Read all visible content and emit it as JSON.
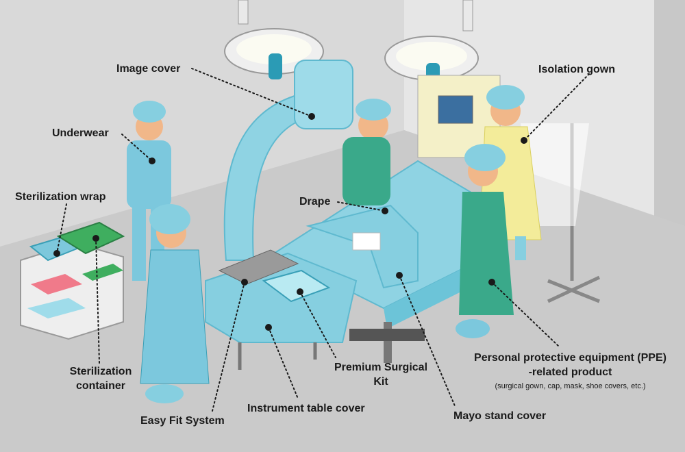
{
  "labels": {
    "image_cover": "Image cover",
    "isolation_gown": "Isolation gown",
    "underwear": "Underwear",
    "sterilization_wrap": "Sterilization wrap",
    "drape": "Drape",
    "sterilization_container_1": "Sterilization",
    "sterilization_container_2": "container",
    "ppe_1": "Personal protective equipment (PPE)",
    "ppe_2": "-related product",
    "ppe_note": "(surgical gown, cap, mask, shoe covers, etc.)",
    "premium_kit_1": "Premium Surgical",
    "premium_kit_2": "Kit",
    "instrument_table_cover": "Instrument table cover",
    "easy_fit_system": "Easy Fit System",
    "mayo_stand_cover": "Mayo stand cover"
  },
  "colors": {
    "background": "#dcdcdc",
    "floor": "#c9c9c9",
    "drape_blue": "#8fd3e3",
    "drape_blue_dark": "#5fb9cf",
    "gown_green": "#3aa98a",
    "gown_yellow": "#f3ec9a",
    "skin": "#f1b789",
    "container_green": "#3fae5f",
    "leader_line": "#1a1a1a"
  }
}
